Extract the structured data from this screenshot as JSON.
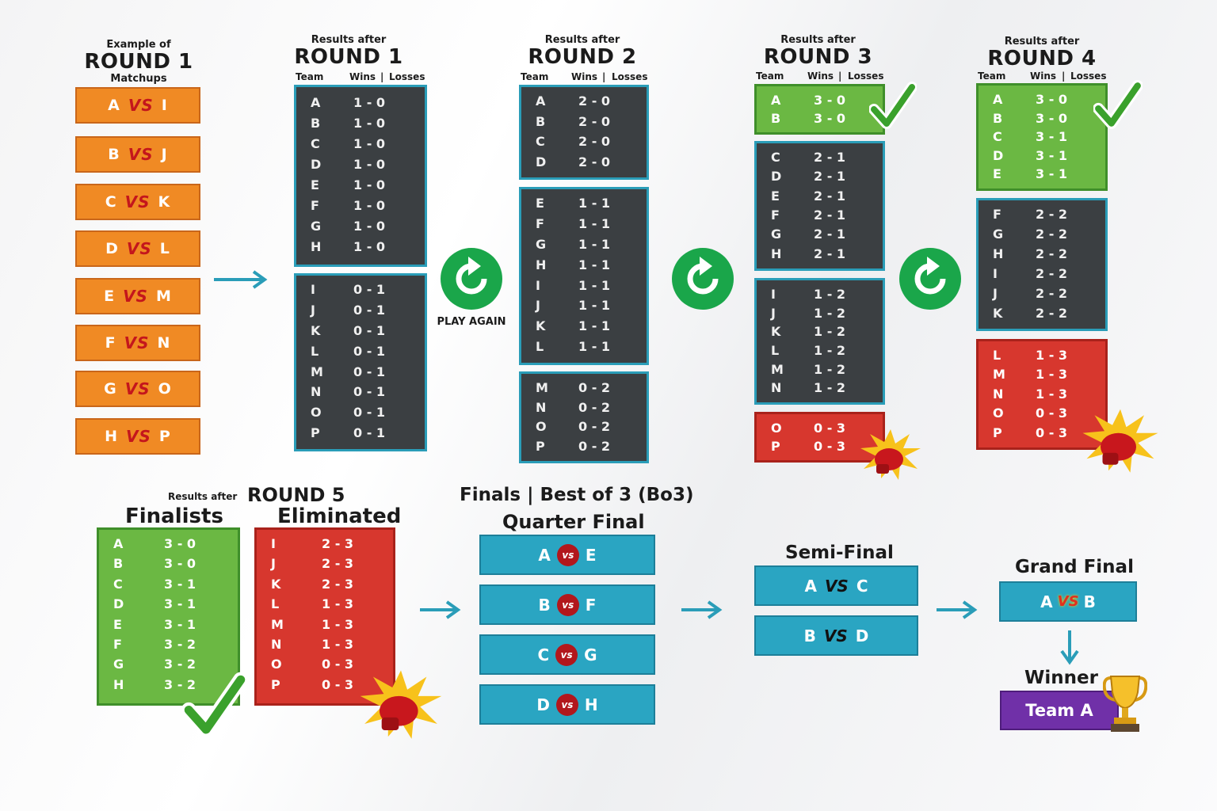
{
  "round1_example": {
    "line1": "Example of",
    "title": "ROUND 1",
    "line3": "Matchups",
    "vs": "VS",
    "matchups": [
      {
        "home": "A",
        "away": "I"
      },
      {
        "home": "B",
        "away": "J"
      },
      {
        "home": "C",
        "away": "K"
      },
      {
        "home": "D",
        "away": "L"
      },
      {
        "home": "E",
        "away": "M"
      },
      {
        "home": "F",
        "away": "N"
      },
      {
        "home": "G",
        "away": "O"
      },
      {
        "home": "H",
        "away": "P"
      }
    ]
  },
  "columns": {
    "team": "Team",
    "wins": "Wins",
    "sep": "|",
    "losses": "Losses"
  },
  "results_label": "Results after",
  "round1": {
    "title": "ROUND 1",
    "groups": [
      {
        "color": "dark",
        "rows": [
          [
            "A",
            "1 - 0"
          ],
          [
            "B",
            "1 - 0"
          ],
          [
            "C",
            "1 - 0"
          ],
          [
            "D",
            "1 - 0"
          ],
          [
            "E",
            "1 - 0"
          ],
          [
            "F",
            "1 - 0"
          ],
          [
            "G",
            "1 - 0"
          ],
          [
            "H",
            "1 - 0"
          ]
        ]
      },
      {
        "color": "dark",
        "rows": [
          [
            "I",
            "0 - 1"
          ],
          [
            "J",
            "0 - 1"
          ],
          [
            "K",
            "0 - 1"
          ],
          [
            "L",
            "0 - 1"
          ],
          [
            "M",
            "0 - 1"
          ],
          [
            "N",
            "0 - 1"
          ],
          [
            "O",
            "0 - 1"
          ],
          [
            "P",
            "0 - 1"
          ]
        ]
      }
    ]
  },
  "play_again": "PLAY AGAIN",
  "round2": {
    "title": "ROUND 2",
    "groups": [
      {
        "color": "dark",
        "rows": [
          [
            "A",
            "2 - 0"
          ],
          [
            "B",
            "2 - 0"
          ],
          [
            "C",
            "2 - 0"
          ],
          [
            "D",
            "2 - 0"
          ]
        ]
      },
      {
        "color": "dark",
        "rows": [
          [
            "E",
            "1 - 1"
          ],
          [
            "F",
            "1 - 1"
          ],
          [
            "G",
            "1 - 1"
          ],
          [
            "H",
            "1 - 1"
          ],
          [
            "I",
            "1 - 1"
          ],
          [
            "J",
            "1 - 1"
          ],
          [
            "K",
            "1 - 1"
          ],
          [
            "L",
            "1 - 1"
          ]
        ]
      },
      {
        "color": "dark",
        "rows": [
          [
            "M",
            "0 - 2"
          ],
          [
            "N",
            "0 - 2"
          ],
          [
            "O",
            "0 - 2"
          ],
          [
            "P",
            "0 - 2"
          ]
        ]
      }
    ]
  },
  "round3": {
    "title": "ROUND 3",
    "groups": [
      {
        "color": "green",
        "rows": [
          [
            "A",
            "3 - 0"
          ],
          [
            "B",
            "3 - 0"
          ]
        ]
      },
      {
        "color": "dark",
        "rows": [
          [
            "C",
            "2 - 1"
          ],
          [
            "D",
            "2 - 1"
          ],
          [
            "E",
            "2 - 1"
          ],
          [
            "F",
            "2 - 1"
          ],
          [
            "G",
            "2 - 1"
          ],
          [
            "H",
            "2 - 1"
          ]
        ]
      },
      {
        "color": "dark",
        "rows": [
          [
            "I",
            "1 - 2"
          ],
          [
            "J",
            "1 - 2"
          ],
          [
            "K",
            "1 - 2"
          ],
          [
            "L",
            "1 - 2"
          ],
          [
            "M",
            "1 - 2"
          ],
          [
            "N",
            "1 - 2"
          ]
        ]
      },
      {
        "color": "red",
        "rows": [
          [
            "O",
            "0 - 3"
          ],
          [
            "P",
            "0 - 3"
          ]
        ]
      }
    ]
  },
  "round4": {
    "title": "ROUND 4",
    "groups": [
      {
        "color": "green",
        "rows": [
          [
            "A",
            "3 - 0"
          ],
          [
            "B",
            "3 - 0"
          ],
          [
            "C",
            "3 - 1"
          ],
          [
            "D",
            "3 - 1"
          ],
          [
            "E",
            "3 - 1"
          ]
        ]
      },
      {
        "color": "dark",
        "rows": [
          [
            "F",
            "2 - 2"
          ],
          [
            "G",
            "2 - 2"
          ],
          [
            "H",
            "2 - 2"
          ],
          [
            "I",
            "2 - 2"
          ],
          [
            "J",
            "2 - 2"
          ],
          [
            "K",
            "2 - 2"
          ]
        ]
      },
      {
        "color": "red",
        "rows": [
          [
            "L",
            "1 - 3"
          ],
          [
            "M",
            "1 - 3"
          ],
          [
            "N",
            "1 - 3"
          ],
          [
            "O",
            "0 - 3"
          ],
          [
            "P",
            "0 - 3"
          ]
        ]
      }
    ]
  },
  "round5": {
    "results_label": "Results after",
    "title": "ROUND 5",
    "finalists_title": "Finalists",
    "eliminated_title": "Eliminated",
    "finalists": [
      [
        "A",
        "3 - 0"
      ],
      [
        "B",
        "3 - 0"
      ],
      [
        "C",
        "3 - 1"
      ],
      [
        "D",
        "3 - 1"
      ],
      [
        "E",
        "3 - 1"
      ],
      [
        "F",
        "3 - 2"
      ],
      [
        "G",
        "3 - 2"
      ],
      [
        "H",
        "3 - 2"
      ]
    ],
    "eliminated": [
      [
        "I",
        "2 - 3"
      ],
      [
        "J",
        "2 - 3"
      ],
      [
        "K",
        "2 - 3"
      ],
      [
        "L",
        "1 - 3"
      ],
      [
        "M",
        "1 - 3"
      ],
      [
        "N",
        "1 - 3"
      ],
      [
        "O",
        "0 - 3"
      ],
      [
        "P",
        "0 - 3"
      ]
    ]
  },
  "finals": {
    "header": "Finals | Best of 3 (Bo3)",
    "quarter_title": "Quarter Final",
    "vs": "vs",
    "quarter": [
      [
        "A",
        "E"
      ],
      [
        "B",
        "F"
      ],
      [
        "C",
        "G"
      ],
      [
        "D",
        "H"
      ]
    ],
    "semi_title": "Semi-Final",
    "semi_vs": "VS",
    "semi": [
      [
        "A",
        "C"
      ],
      [
        "B",
        "D"
      ]
    ],
    "grand_title": "Grand Final",
    "grand": [
      "A",
      "B"
    ],
    "grand_vs": "VS",
    "winner_title": "Winner",
    "winner": "Team A"
  },
  "colors": {
    "orange": "#f08a24",
    "dark": "#3b3f42",
    "green": "#6bb843",
    "red": "#d7372e",
    "teal": "#2aa5c2",
    "purple": "#7030a8",
    "reset_green": "#1aa64a",
    "arrow": "#2a9db8"
  },
  "icons": [
    "reset-arrow-icon",
    "checkmark-icon",
    "boxing-glove-icon",
    "trophy-icon",
    "arrow-right-icon",
    "arrow-down-icon"
  ]
}
